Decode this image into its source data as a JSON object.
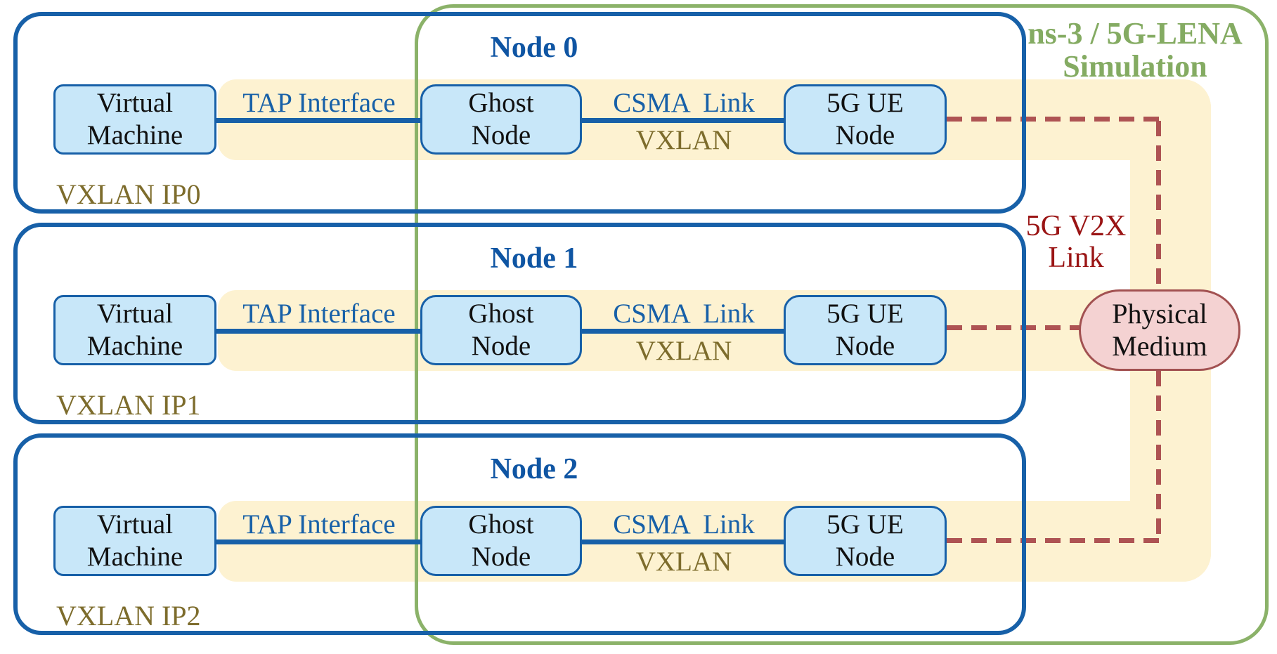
{
  "titles": {
    "simulation_line1": "ns-3 / 5G-LENA",
    "simulation_line2": "Simulation",
    "v2x_line1": "5G V2X",
    "v2x_line2": "Link",
    "physical_medium_line1": "Physical",
    "physical_medium_line2": "Medium"
  },
  "nodes": [
    {
      "title": "Node 0",
      "vm_line1": "Virtual",
      "vm_line2": "Machine",
      "tap_label": "TAP Interface",
      "ghost_line1": "Ghost",
      "ghost_line2": "Node",
      "csma_label": "CSMA  Link",
      "vxlan_label": "VXLAN",
      "ue_line1": "5G UE",
      "ue_line2": "Node",
      "vxlan_ip": "VXLAN IP0"
    },
    {
      "title": "Node 1",
      "vm_line1": "Virtual",
      "vm_line2": "Machine",
      "tap_label": "TAP Interface",
      "ghost_line1": "Ghost",
      "ghost_line2": "Node",
      "csma_label": "CSMA  Link",
      "vxlan_label": "VXLAN",
      "ue_line1": "5G UE",
      "ue_line2": "Node",
      "vxlan_ip": "VXLAN IP1"
    },
    {
      "title": "Node 2",
      "vm_line1": "Virtual",
      "vm_line2": "Machine",
      "tap_label": "TAP Interface",
      "ghost_line1": "Ghost",
      "ghost_line2": "Node",
      "csma_label": "CSMA  Link",
      "vxlan_label": "VXLAN",
      "ue_line1": "5G UE",
      "ue_line2": "Node",
      "vxlan_ip": "VXLAN IP2"
    }
  ],
  "colors": {
    "line_blue": "#1760a8",
    "node_title_blue": "#0f55a3",
    "box_fill_blue": "#c8e7f9",
    "band_yellow": "#fdf2d1",
    "simulation_green": "#8bb269",
    "simulation_text_green": "#84ab62",
    "vxlan_olive": "#7d6c2c",
    "dashed_link_red": "#ae5353",
    "v2x_text_red": "#9a1414",
    "medium_fill_pink": "#f4d2d2",
    "medium_border_red": "#a25151"
  }
}
